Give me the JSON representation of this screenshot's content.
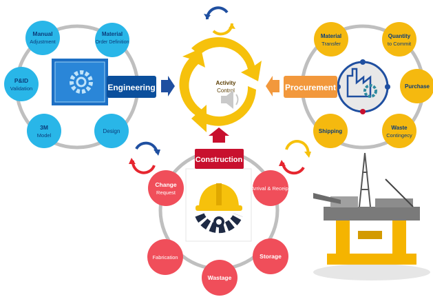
{
  "engineering": {
    "title": "Engineering",
    "color": "#29b6e8",
    "header_color": "#0b4f9c",
    "nodes": [
      {
        "bold": "Manual",
        "sub": "Adjustment"
      },
      {
        "bold": "Material",
        "sub": "Order Definition"
      },
      {
        "bold": "P&ID",
        "sub": "Validation"
      },
      {
        "bold": "3M",
        "sub": "Model"
      },
      {
        "bold": "",
        "sub": "Design"
      }
    ]
  },
  "procurement": {
    "title": "Procurement",
    "color": "#f5b90f",
    "header_color": "#f2983c",
    "nodes": [
      {
        "bold": "Material",
        "sub": "Transfer"
      },
      {
        "bold": "Quantity",
        "sub": "to Commit"
      },
      {
        "bold": "Purchase",
        "sub": ""
      },
      {
        "bold": "Shipping",
        "sub": ""
      },
      {
        "bold": "Waste",
        "sub": "Contingecy"
      }
    ]
  },
  "construction": {
    "title": "Construction",
    "color": "#f04e5a",
    "header_color": "#c8102e",
    "nodes": [
      {
        "bold": "Change",
        "sub": "Request"
      },
      {
        "bold": "",
        "sub": "Arrival & Receipt"
      },
      {
        "bold": "",
        "sub": "Fabrication"
      },
      {
        "bold": "Storage",
        "sub": ""
      },
      {
        "bold": "Wastage",
        "sub": ""
      }
    ]
  },
  "center": {
    "line1": "Activity",
    "line2": "Control",
    "color": "#f6c10c"
  }
}
